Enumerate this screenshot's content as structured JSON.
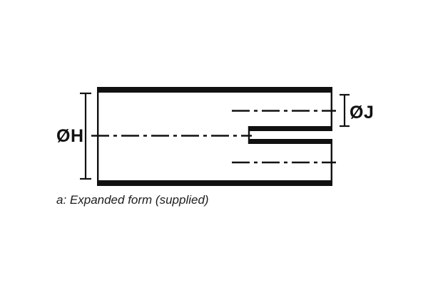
{
  "diagram": {
    "caption": "a: Expanded form (supplied)",
    "labels": {
      "outer_diameter": "ØH",
      "inner_diameter": "ØJ"
    },
    "colors": {
      "ink": "#111111",
      "background": "#ffffff"
    }
  }
}
